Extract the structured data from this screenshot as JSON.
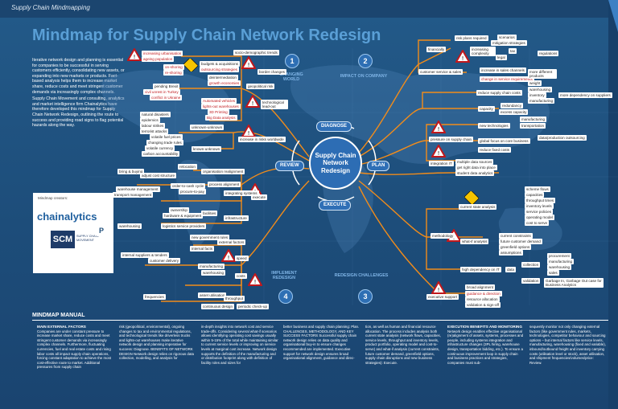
{
  "header": {
    "label": "Supply Chain Mindmapping",
    "title": "Mindmap for Supply Chain Network Redesign"
  },
  "intro": [
    "Iterative network design and planning is essential for companies to be successful in serving customers efficiently, consolidating new assets, or expanding into new markets or products. Fact-based analysis helps them to increase market share, reduce costs and meet stringent customer demands via increasingly complex channels.",
    "Supply Chain Movement and consulting, analytics and market intelligence firm Chainalytics have therefore developed this mindmap for Supply Chain Network Redesign, outlining the route to success and providing road signs to flag potential hazards along the way."
  ],
  "center": "Supply Chain Network Redesign",
  "cycle": {
    "diagnose": "DIAGNOSE",
    "plan": "PLAN",
    "execute": "EXECUTE",
    "review": "REVIEW"
  },
  "phases": [
    {
      "num": "1",
      "label": "CHANGING WORLD"
    },
    {
      "num": "2",
      "label": "IMPACT ON COMPANY"
    },
    {
      "num": "3",
      "label": "REDESIGN CHALLENGES"
    },
    {
      "num": "4",
      "label": "IMPLEMENT REDESIGN"
    }
  ],
  "nodes": {
    "increasing_urbanisation": "increasing urbanisation",
    "ageing_population": "ageing population",
    "socio_demo": "socio-demographic trends",
    "budgets": "budgets & acquisitions",
    "outsourcing": "outsourcing strategies",
    "border_changes": "border changes",
    "deintermediation": "deintermediation",
    "growth_economies": "growth economies",
    "geopolitical": "geopolitical risk",
    "pending_brexit": "pending Brexit",
    "civil_unrest": "civil unrest in Turkey",
    "conflict_ukraine": "conflict in Ukraine",
    "on_shoring": "on-shoring",
    "re_shoring": "re-shoring",
    "automated": "Automated vehicles",
    "lights_out": "lights-out warehouses",
    "printing": "3D Printing",
    "big_data": "Big Data analysis",
    "tech_lead": "technological lead-out",
    "natural_disasters": "natural disasters",
    "epidemics": "epidemics",
    "labour_strikes": "labour strikes",
    "terrorist_attacks": "terrorist attacks",
    "unknown_unknown": "unknown-unknown",
    "volatile_fuel": "volatile fuel prices",
    "changing_trade": "changing trade rules",
    "volatile_currency": "volatile currency",
    "labour_unknown": "known-unknown",
    "carbon": "carbon accountability",
    "increase_risk": "increase in risks worldwide",
    "bring_buy": "bring & buying",
    "adjust_cost": "adjust cost structure",
    "relocation": "relocation",
    "org_realign": "organisation realignment",
    "order_to_cash": "order-to-cash cycle",
    "process_align": "process alignment",
    "procure_to_pay": "procure-to-pay",
    "warehouse_mgmt": "warehouse management",
    "transport_mgmt": "transport management",
    "integrating": "integrating systems",
    "execute_node": "execute",
    "ownership": "ownership",
    "hardware": "hardware & equipment",
    "facilities": "facilities",
    "infrastructure": "infrastructure",
    "warehousing": "warehousing",
    "logistics": "logistics service providers",
    "new_government": "new government rules",
    "internal_facts": "internal facts",
    "external_factors": "external factors",
    "internal_suppliers": "internal suppliers & tenders",
    "customer_delivery": "customer delivery",
    "speed": "speed",
    "manufacturing": "manufacturing",
    "warehousing2": "warehousing",
    "costs": "costs",
    "frequencies": "frequencies",
    "asset_utilisation": "asset utilisation",
    "continuous": "continuous design",
    "periodic": "periodic check-up",
    "throughput": "throughput",
    "financially": "financially",
    "risk_plans": "risk plans required",
    "increasing_complexity": "increasing complexity",
    "scenarios": "scenarios",
    "mitigation": "mitigation strategies",
    "tax": "tax",
    "legal": "legal",
    "regulations": "regulations",
    "customer_service": "customer service & sales",
    "increase_sales": "increase in sales channels",
    "change_service": "change in service requirements",
    "more_different": "more different products",
    "weight": "weight",
    "warehousing3": "warehousing",
    "inventory": "inventory",
    "manufacturing2": "manufacturing",
    "more_dependency": "more dependency on suppliers",
    "pressure": "pressure on supply chain",
    "reduce_cost": "reduce supply chain costs",
    "capacity": "capacity",
    "redundancy": "redundancy",
    "excess_capacity": "excess capacity",
    "new_technologies": "new technologies",
    "manufacturing3": "manufacturing",
    "transportation": "transportation",
    "global_focus": "global focus on core business",
    "reduce_fixed": "reduce fixed costs",
    "data_outsourcing": "data/production outsourcing",
    "integration_it": "integration IT",
    "multiple_data": "multiple data sources",
    "get_right_data": "get right data into place",
    "student_analytics": "student data analytics",
    "scheme_flows": "scheme flows",
    "capacities": "capacities",
    "throughput2": "throughput times",
    "inventory_levels": "inventory levels",
    "service_policies": "service policies",
    "operating_model": "operating model",
    "current_state": "current state analysis",
    "cost_to_serve": "cost to serve",
    "methodology": "methodology",
    "what_if": "what-if analysis",
    "current_constraints": "current constraints",
    "future_customer": "future customer demand",
    "greenfield": "greenfield options",
    "assumptions": "assumptions",
    "high_dependency": "high dependency on IT",
    "data": "data",
    "collection": "collection",
    "validation": "validation",
    "procurement": "procurement",
    "manufacturing4": "manufacturing",
    "warehousing4": "warehousing",
    "sales": "sales",
    "garbage": "Garbage In, Garbage Out case for Business Analytics",
    "broad_alignment": "broad alignment",
    "guidance": "guidance & direction",
    "resource_allocation": "resource allocation",
    "validation_signoff": "validation & sign-off",
    "executive_support": "executive support"
  },
  "creators": {
    "label": "Mindmap creators:",
    "chainalytics": "chainalytics",
    "scm": "SCM",
    "scm_sub": "SUPPLY CHAIN MOVEMENT"
  },
  "manual": {
    "title": "MINDMAP MANUAL",
    "cols": [
      {
        "head": "MAIN EXTERNAL FACTORS",
        "body": "Companies are under constant pressure to increase market share, reduce costs and meet stringent customer demands via increasingly complex channels. Furthermore, fluctuating currencies, fuel and real estate costs and rising labor costs all impact supply chain operations, forcing constant adaptation to achieve the most cost-effective route to market. Additional pressures from supply chain"
      },
      {
        "head": "",
        "body": "risk (geopolitical, environmental), ongoing changes to tax and environmental regulations, and technological trends like driverless trucks and lights-out warehouses make iterative network design and planning imperative for success: Diagnose. BENEFITS OF NETWORK DESIGN Network design relies on rigorous data collection, modelling, and analysis for"
      },
      {
        "head": "",
        "body": "in-depth insights into network cost and service trade-offs. Considering several what-if scenarios allows identifying operating cost savings usually within 5-15% of the total while maintaining similar to current service levels or improving on service levels at marginal cost increase. Network design supports the definition of the manufacturing and or distribution footprint along with definition of facility roles and sizes for"
      },
      {
        "head": "",
        "body": "better business and supply chain planning: Plan. CHALLENGES, METHODOLOGY, AND KEY SUCCESS FACTORS Successful supply chain network design relies on data quality and organisational buy-in to ensure changes recommended are implemented. Executive support for network design ensures broad organisational alignment, guidance and direc-"
      },
      {
        "head": "",
        "body": "tion, as well as human and financial resource allocation. The process includes analysis both current state analysis (network flows, capacities, service levels, throughput and inventory levels, product portfolio, operating model and cost-to-serve) and what-if analysis (current constraints, future customer demand, greenfield options, supply chain disruptions and new business strategies): Execute."
      },
      {
        "head": "EXECUTION BENEFITS AND MONITORING",
        "body": "Network design enables effective organisational (re)alignment of assets, systems, processes and people, including systems integration and infrastructure changes (3PL hiring, warehouse design, transportation bidding, etc.). To ensure a continuous improvement loop in supply chain and business practices and strategies, companies must sub-"
      },
      {
        "head": "",
        "body": "sequently monitor not only changing external factors (like government rules, markets, technologies, competitor behaviour and sourcing options – but internal factors like service levels, manufacturing, warehousing (fixed and variable), inbound/outbound freight and inventory carrying costs (utilisation level or stock), asset utilisation, and shipment frequencies/volumes/price: Review."
      }
    ]
  },
  "colors": {
    "bg": "#1f4e79",
    "title": "#5a9fd6",
    "accent_red": "#c0181c",
    "branch_orange": "#f28c1a",
    "center_blue": "#2d6db4"
  }
}
